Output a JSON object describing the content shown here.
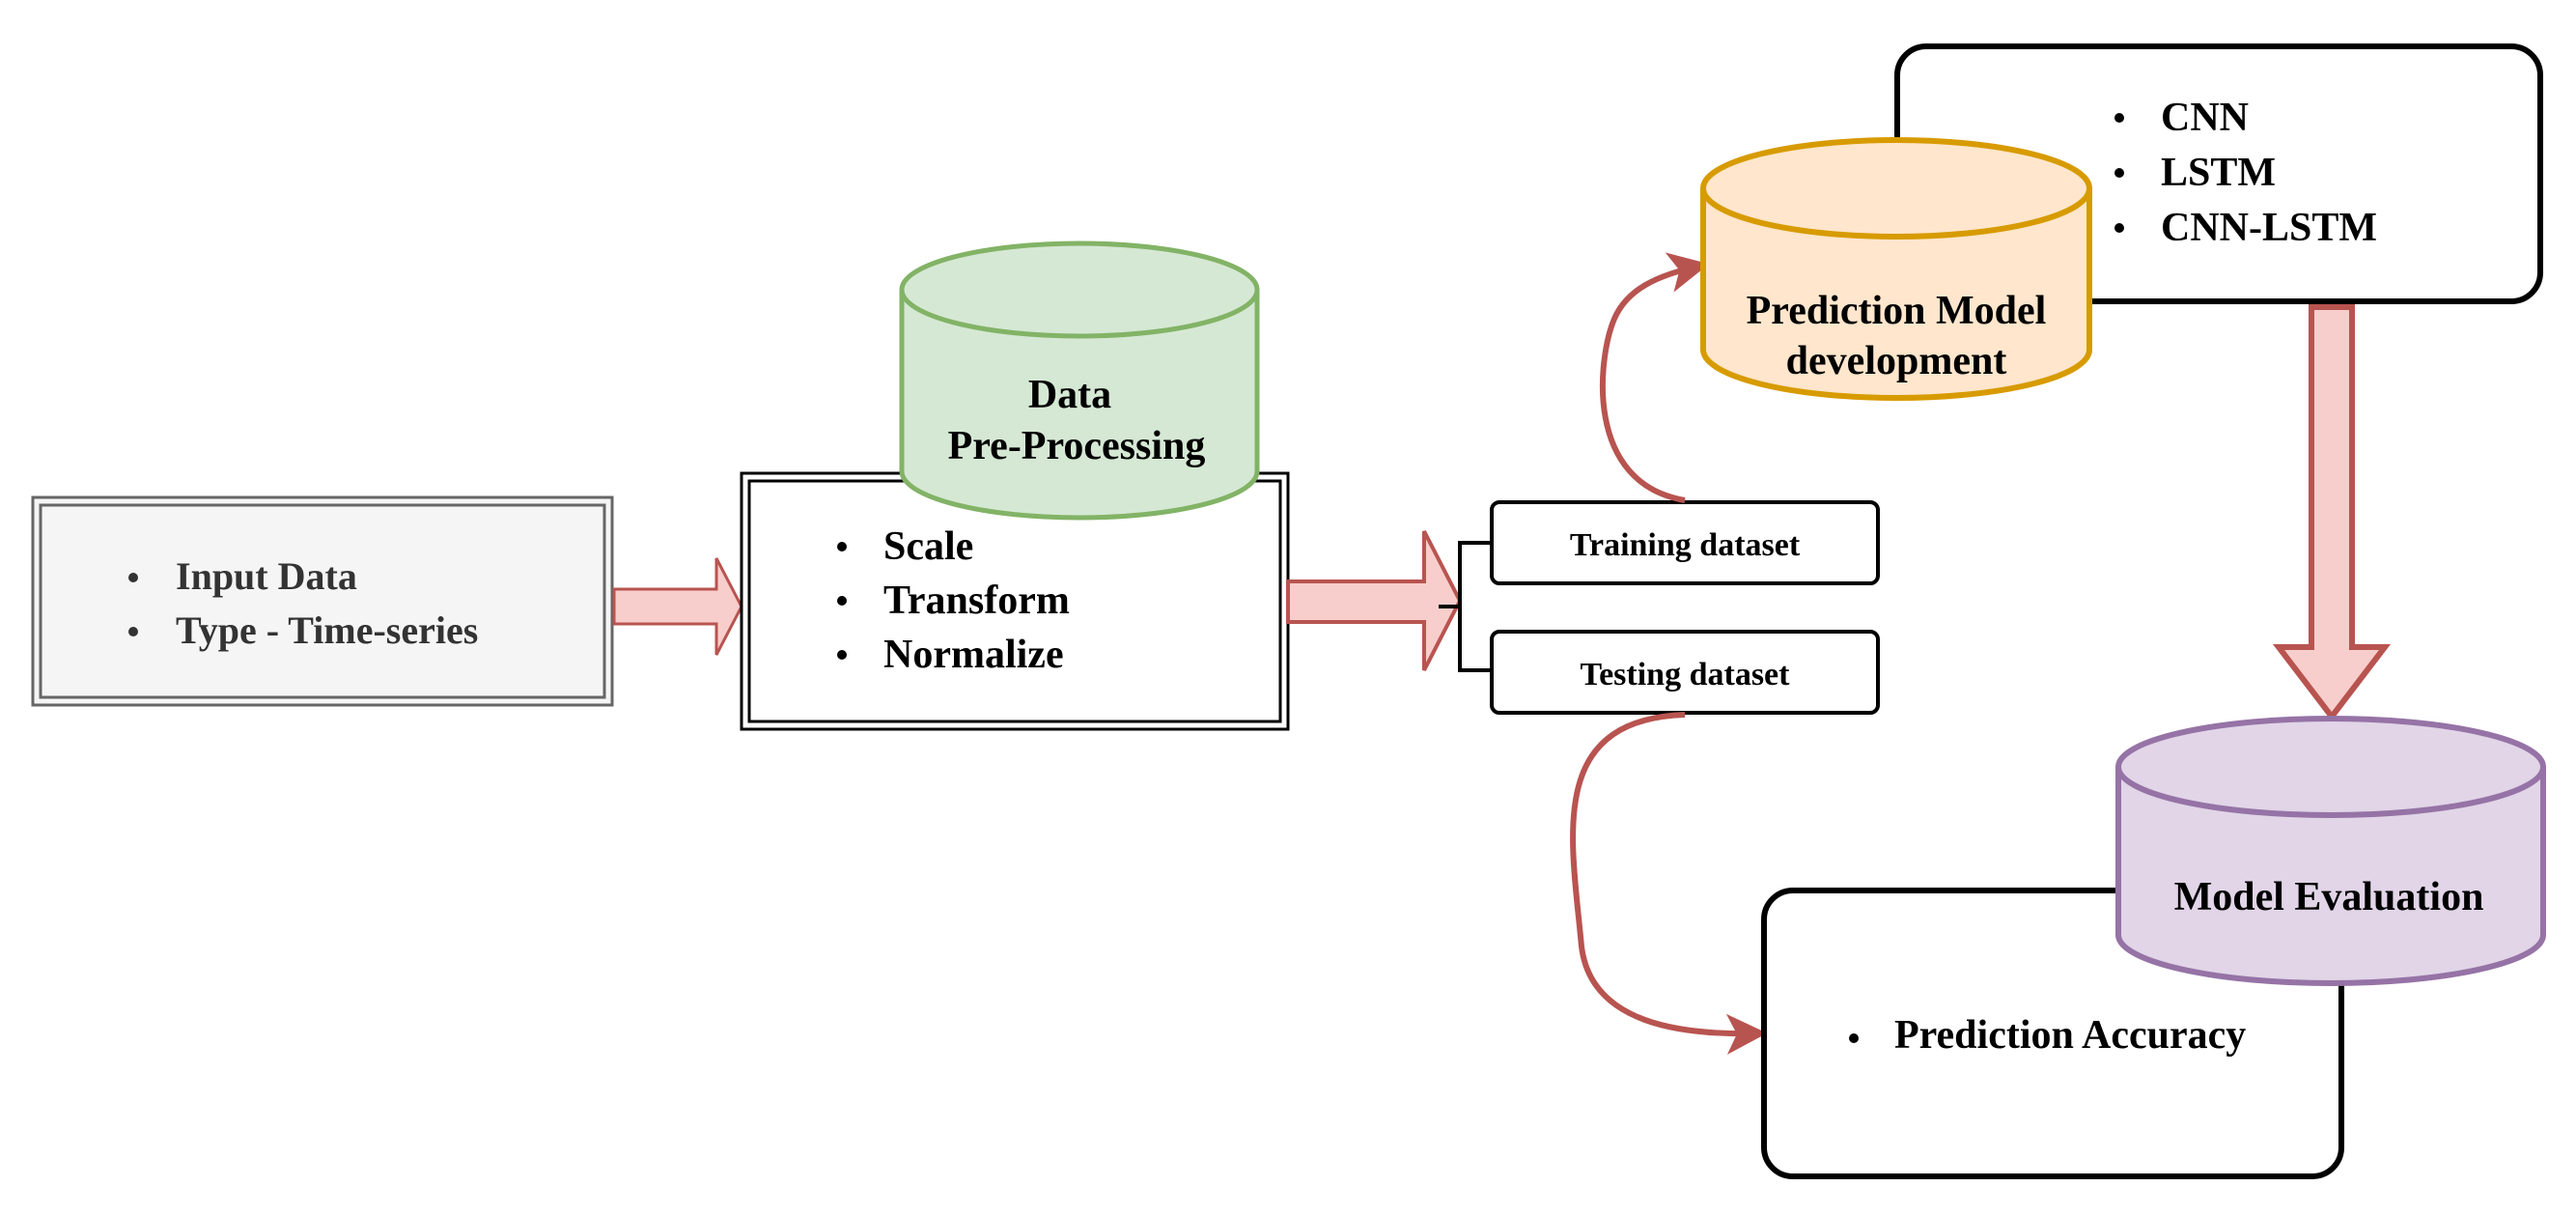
{
  "input_box": {
    "items": [
      "Input Data",
      "Type - Time-series"
    ]
  },
  "preprocessing": {
    "title_lines": [
      "Data",
      "Pre-Processing"
    ],
    "items": [
      "Scale",
      "Transform",
      "Normalize"
    ]
  },
  "datasets": {
    "training": "Training dataset",
    "testing": "Testing dataset"
  },
  "model_dev": {
    "title_lines": [
      "Prediction Model",
      "development"
    ],
    "items": [
      "CNN",
      "LSTM",
      "CNN-LSTM"
    ]
  },
  "evaluation": {
    "title": "Model Evaluation",
    "items": [
      "Prediction Accuracy"
    ]
  },
  "colors": {
    "input_fill": "#f5f5f5",
    "input_stroke": "#666666",
    "green_fill": "#d5e8d4",
    "green_stroke": "#82b366",
    "orange_fill": "#ffe6cc",
    "orange_stroke": "#d79b00",
    "purple_fill": "#e1d5e7",
    "purple_stroke": "#9673a6",
    "arrow_fill": "#f8cecc",
    "arrow_stroke": "#b85450"
  }
}
